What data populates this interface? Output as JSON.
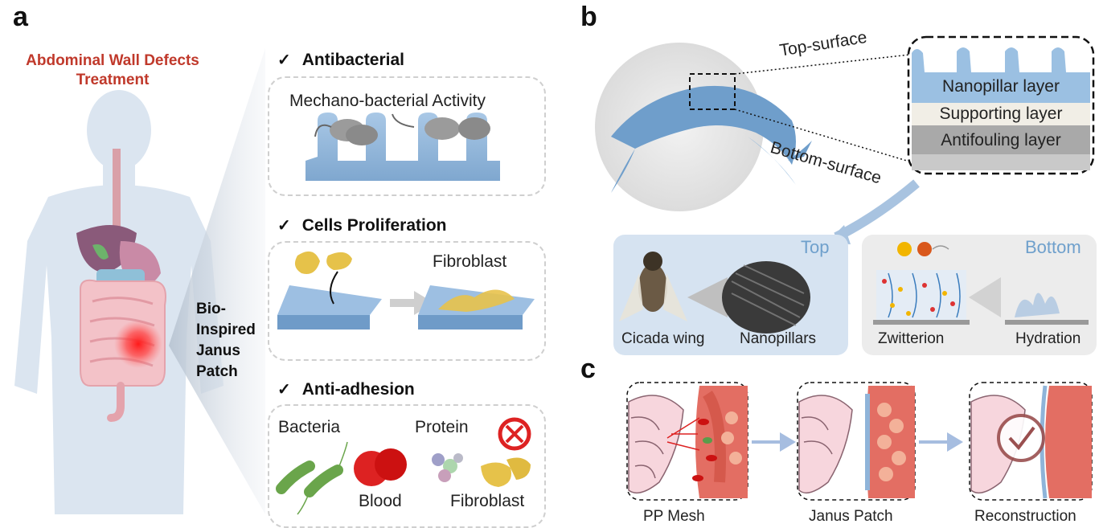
{
  "panels": {
    "a": "a",
    "b": "b",
    "c": "c"
  },
  "panel_a": {
    "title_line1": "Abdominal Wall Defects",
    "title_line2": "Treatment",
    "bio_label": [
      "Bio-",
      "Inspired",
      "Janus",
      "Patch"
    ],
    "sections": [
      {
        "check": "✓",
        "title": "Antibacterial",
        "caption": "Mechano-bacterial Activity"
      },
      {
        "check": "✓",
        "title": "Cells Proliferation",
        "caption": "Fibroblast"
      },
      {
        "check": "✓",
        "title": "Anti-adhesion"
      }
    ],
    "anti_adhesion_labels": {
      "bacteria": "Bacteria",
      "blood": "Blood",
      "protein": "Protein",
      "fibroblast": "Fibroblast"
    }
  },
  "panel_b": {
    "top_surface": "Top-surface",
    "bottom_surface": "Bottom-surface",
    "layers": [
      "Nanopillar layer",
      "Supporting layer",
      "Antifouling layer"
    ],
    "top_box": {
      "heading": "Top",
      "left": "Cicada wing",
      "right": "Nanopillars"
    },
    "bottom_box": {
      "heading": "Bottom",
      "left": "Zwitterion",
      "right": "Hydration"
    }
  },
  "panel_c": {
    "steps": [
      "PP Mesh",
      "Janus Patch",
      "Reconstruction"
    ]
  },
  "colors": {
    "title_red": "#c0392b",
    "patch_blue": "#8fb4d9",
    "body_blue": "#dbe5f0",
    "accent_heading": "#6fa0cc"
  }
}
